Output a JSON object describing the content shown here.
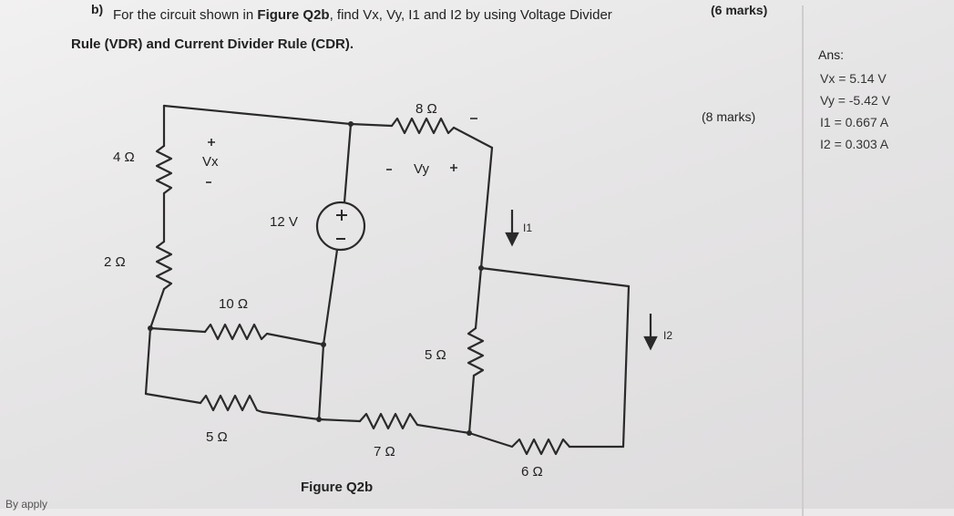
{
  "header": {
    "marks_top": "(6 marks)"
  },
  "question": {
    "number": "b)",
    "line1_prefix": "For the circuit shown in ",
    "figure_ref": "Figure Q2b",
    "line1_suffix": ", find V",
    "line1_rest": "x, Vy, I1 and I2 by using Voltage Divider",
    "line2": "Rule (VDR) and Current Divider Rule (CDR).",
    "marks": "(8 marks)"
  },
  "answer": {
    "title": "Ans:",
    "values": [
      "Vx = 5.14 V",
      "Vy = -5.42 V",
      "I1 = 0.667 A",
      "I2 = 0.303 A"
    ]
  },
  "circuit": {
    "labels": {
      "r4": "4 Ω",
      "r2": "2 Ω",
      "r8": "8 Ω",
      "r10": "10 Ω",
      "r5a": "5 Ω",
      "r5b": "5 Ω",
      "r7": "7 Ω",
      "r6": "6 Ω",
      "source": "12 V",
      "vx": "Vx",
      "vy": "Vy",
      "i1": "I1",
      "i2": "I2"
    }
  },
  "figure_caption": "Figure Q2b",
  "footer_cutoff": "By apply"
}
